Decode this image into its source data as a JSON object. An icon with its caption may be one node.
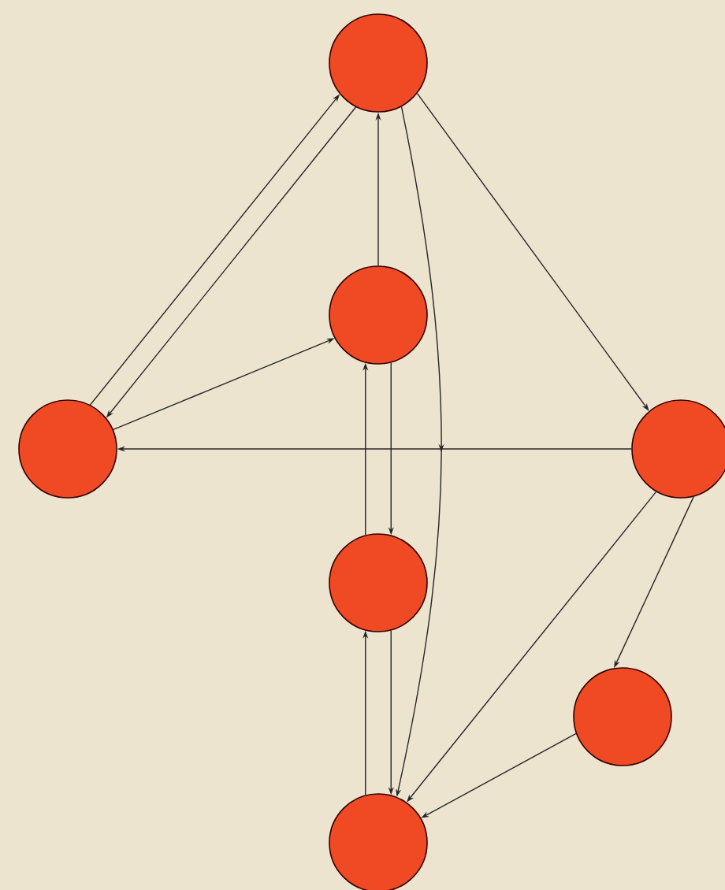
{
  "diagram": {
    "nodes": [
      {
        "text": [],
        "shape": "circle"
      },
      {
        "text": [],
        "shape": "circle"
      },
      {
        "text": [],
        "shape": "circle"
      },
      {
        "text": [],
        "shape": "circle"
      },
      {
        "text": [],
        "shape": "circle"
      },
      {
        "text": [],
        "shape": "circle"
      },
      {
        "text": [],
        "shape": "circle"
      }
    ],
    "edges": [
      {
        "from": 2,
        "to": 0,
        "arrow": "to"
      },
      {
        "from": 0,
        "to": 2,
        "arrow": "to"
      },
      {
        "from": 1,
        "to": 0,
        "arrow": "to"
      },
      {
        "from": 0,
        "to": 6,
        "arrow": "to"
      },
      {
        "from": 0,
        "to": 3,
        "arrow": "to"
      },
      {
        "from": 2,
        "to": 1,
        "arrow": "to"
      },
      {
        "from": 3,
        "to": 2,
        "arrow": "to"
      },
      {
        "from": 4,
        "to": 1,
        "arrow": "to"
      },
      {
        "from": 1,
        "to": 4,
        "arrow": "to"
      },
      {
        "from": 6,
        "to": 4,
        "arrow": "to"
      },
      {
        "from": 4,
        "to": 6,
        "arrow": "to"
      },
      {
        "from": 3,
        "to": 6,
        "arrow": "to"
      },
      {
        "from": 3,
        "to": 5,
        "arrow": "to"
      },
      {
        "from": 5,
        "to": 6,
        "arrow": "to"
      }
    ]
  }
}
